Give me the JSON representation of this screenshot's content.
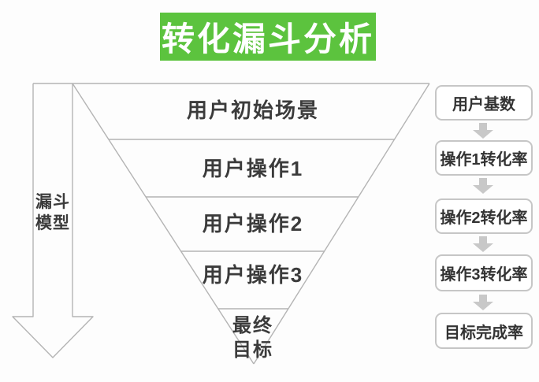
{
  "title": "转化漏斗分析",
  "left_arrow": {
    "label_line1": "漏斗",
    "label_line2": "模型"
  },
  "funnel": {
    "levels": [
      {
        "label": "用户初始场景"
      },
      {
        "label": "用户操作1"
      },
      {
        "label": "用户操作2"
      },
      {
        "label": "用户操作3"
      },
      {
        "label_line1": "最终",
        "label_line2": "目标"
      }
    ]
  },
  "metrics": {
    "boxes": [
      {
        "label": "用户基数"
      },
      {
        "label": "操作1转化率"
      },
      {
        "label": "操作2转化率"
      },
      {
        "label": "操作3转化率"
      },
      {
        "label": "目标完成率"
      }
    ]
  },
  "colors": {
    "accent_green": "#5cc33e",
    "line_gray": "#b4b4b4",
    "box_border": "#c6c6c6",
    "mini_arrow_fill": "#c8c8c8",
    "text": "#3b3b3b"
  }
}
